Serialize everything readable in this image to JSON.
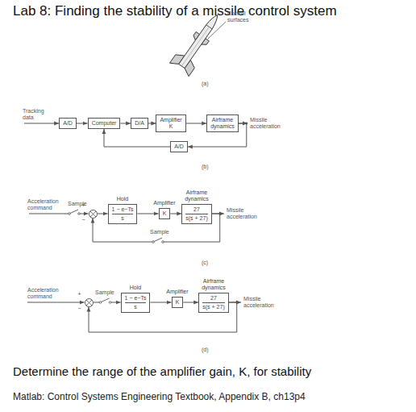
{
  "diagram": {
    "title": "Lab 8:  Finding the stability of a missile control system",
    "nodes": [
      {
        "text": [
          "A/D"
        ]
      },
      {
        "text": [
          "Computer"
        ]
      },
      {
        "text": [
          "D/A"
        ]
      },
      {
        "text": [
          "Amplifier",
          "K"
        ]
      },
      {
        "text": [
          "Airframe dynamics"
        ]
      },
      {
        "text": [
          "A/D"
        ]
      },
      {
        "text": [
          "+",
          "−"
        ]
      },
      {
        "text": [
          "Hold",
          "1 − e−Ts",
          "s"
        ]
      },
      {
        "text": [
          "Amplifier",
          "K"
        ]
      },
      {
        "text": [
          "Airframe dynamics",
          "27",
          "s(s + 27)"
        ]
      },
      {
        "text": [
          "+",
          "−"
        ]
      },
      {
        "text": [
          "Hold",
          "1 − e−Ts",
          "s"
        ]
      },
      {
        "text": [
          "Amplifier",
          "K"
        ]
      },
      {
        "text": [
          "Airframe dynamics",
          "27",
          "s(s + 27)"
        ]
      }
    ],
    "edges": [
      {
        "from": 0,
        "to": 1,
        "arrow": "to"
      },
      {
        "from": 1,
        "to": 2,
        "arrow": "to"
      },
      {
        "from": 2,
        "to": 3,
        "arrow": "to"
      },
      {
        "from": 3,
        "to": 4,
        "arrow": "to"
      },
      {
        "from": 4,
        "to": 5,
        "arrow": "to"
      },
      {
        "from": 5,
        "to": 1,
        "arrow": "to"
      },
      {
        "from": 6,
        "to": 7,
        "arrow": "to"
      },
      {
        "from": 7,
        "to": 8,
        "arrow": "to"
      },
      {
        "from": 8,
        "to": 9,
        "arrow": "to"
      },
      {
        "from": 9,
        "to": 6,
        "arrow": "to"
      },
      {
        "from": 10,
        "to": 11,
        "arrow": "to"
      },
      {
        "from": 11,
        "to": 12,
        "arrow": "to"
      },
      {
        "from": 12,
        "to": 13,
        "arrow": "to"
      },
      {
        "from": 13,
        "to": 10,
        "arrow": "to"
      }
    ],
    "labels": [
      "Control surfaces",
      "(a)",
      "Tracking data",
      "Missile acceleration",
      "(b)",
      "Acceleration command",
      "Sample",
      "Sample",
      "Missile acceleration",
      "(c)",
      "Acceleration command",
      "Sample",
      "Missile acceleration",
      "(d)",
      "Determine the range of the amplifier gain, K, for stability",
      "Matlab: Control Systems Engineering Textbook, Appendix B, ch13p4"
    ]
  }
}
